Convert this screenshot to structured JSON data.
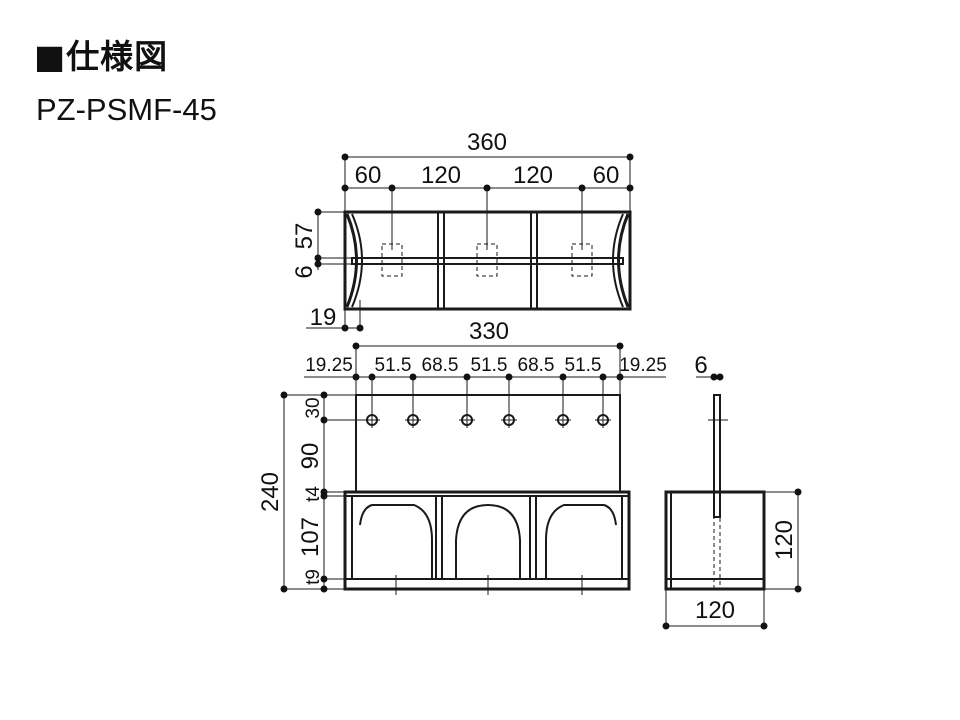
{
  "header": {
    "title": "■仕様図",
    "model": "PZ-PSMF-45"
  },
  "top_view": {
    "overall_width": "360",
    "divisions": [
      "60",
      "120",
      "120",
      "60"
    ],
    "left_depth_upper": "57",
    "left_depth_lower": "6",
    "bottom_offset": "19"
  },
  "front_view": {
    "overall_width": "330",
    "hole_spacing": [
      "19.25",
      "51.5",
      "68.5",
      "51.5",
      "68.5",
      "51.5",
      "19.25"
    ],
    "total_height": "240",
    "heights": [
      "30",
      "90",
      "t4",
      "107",
      "t9"
    ]
  },
  "side_view": {
    "plate_thickness": "6",
    "width": "120",
    "height": "120"
  },
  "colors": {
    "line": "#1a1a1a",
    "body": "#3b2a24"
  }
}
